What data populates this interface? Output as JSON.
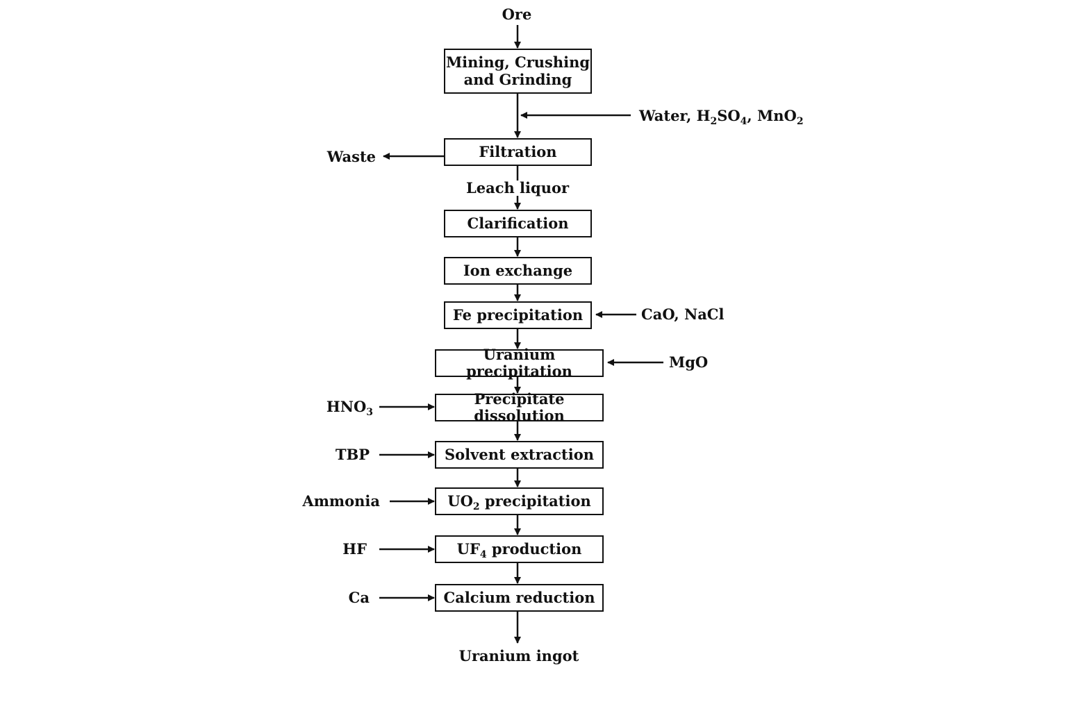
{
  "diagram": {
    "input": "Ore",
    "output": "Uranium ingot",
    "steps": {
      "mining": {
        "line1": "Mining, Crushing",
        "line2": "and Grinding"
      },
      "filtration": "Filtration",
      "clarification": "Clarification",
      "ion_exchange": "Ion exchange",
      "fe_precipitation": "Fe precipitation",
      "uranium_precipitation": "Uranium precipitation",
      "precipitate_dissolution": "Precipitate dissolution",
      "solvent_extraction": "Solvent extraction",
      "uo2_precipitation": {
        "pre": "UO",
        "sub": "2",
        "post": " precipitation"
      },
      "uf4_production": {
        "pre": "UF",
        "sub": "4",
        "post": " production"
      },
      "calcium_reduction": "Calcium reduction"
    },
    "flow_labels": {
      "leach_liquor": "Leach liquor",
      "waste": "Waste"
    },
    "reagents": {
      "leach": {
        "water": "Water, H",
        "h2so4_sub1": "2",
        "h2so4_mid": "SO",
        "h2so4_sub2": "4",
        "sep": ", MnO",
        "mno2_sub": "2"
      },
      "cao_nacl": "CaO, NaCl",
      "mgo": "MgO",
      "hno3": {
        "pre": "HNO",
        "sub": "3"
      },
      "tbp": "TBP",
      "ammonia": "Ammonia",
      "hf": "HF",
      "ca": "Ca"
    }
  }
}
